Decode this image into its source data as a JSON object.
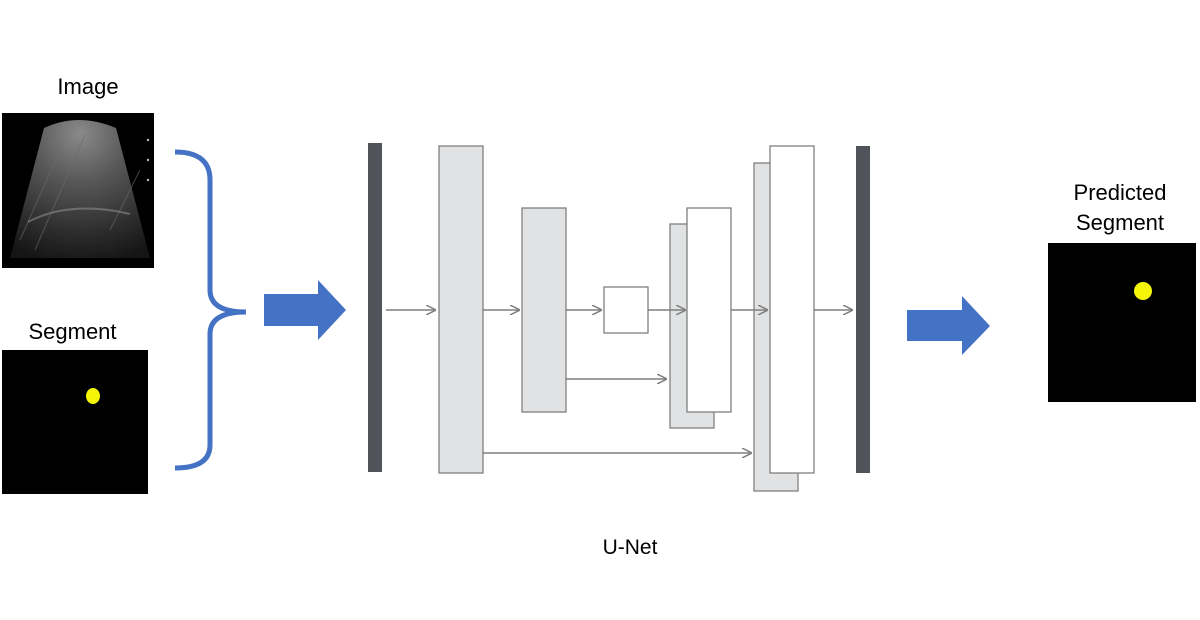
{
  "labels": {
    "image": "Image",
    "segment": "Segment",
    "predicted_segment_line1": "Predicted",
    "predicted_segment_line2": "Segment",
    "model": "U-Net"
  },
  "colors": {
    "brace": "#4472c4",
    "flow_arrow": "#4472c4",
    "dark_bar": "#50545a",
    "block_fill_gray": "#e1e2e4",
    "block_stroke": "#7f7f7f",
    "connector": "#7f7f7f",
    "mask_background": "#000000",
    "mask_blob": "#f5f50a"
  }
}
